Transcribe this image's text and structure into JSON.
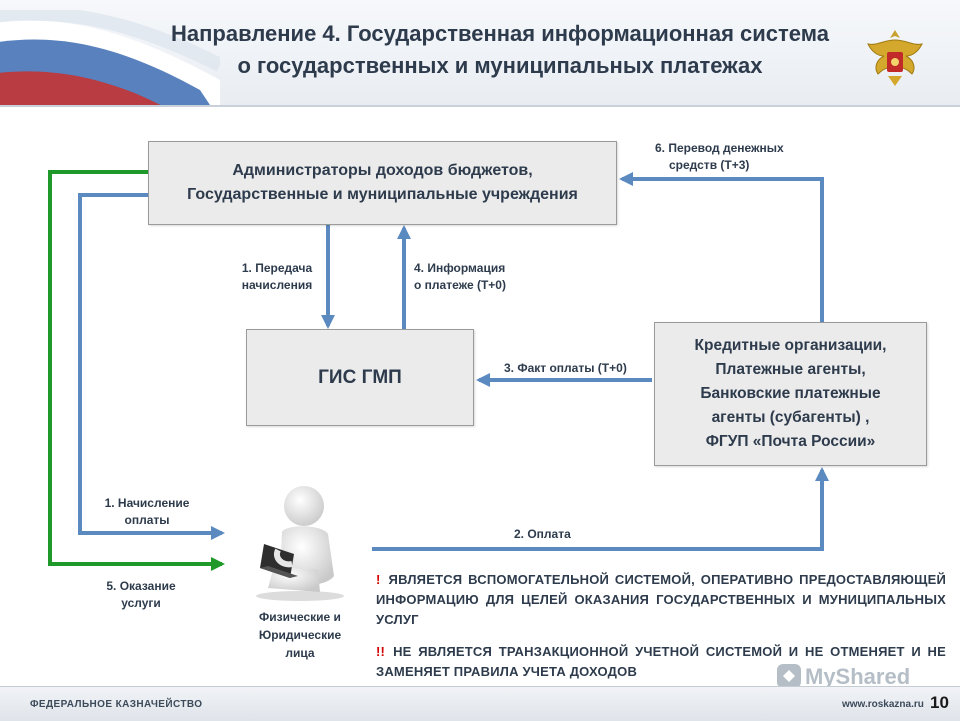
{
  "title": {
    "line1": "Направление 4. Государственная информационная система",
    "line2": "о государственных и муниципальных платежах"
  },
  "boxes": {
    "admin_line1": "Администраторы доходов бюджетов,",
    "admin_line2": "Государственные и муниципальные учреждения",
    "gis": "ГИС ГМП",
    "bank_line1": "Кредитные организации,",
    "bank_line2": "Платежные агенты,",
    "bank_line3": "Банковские платежные",
    "bank_line4": "агенты (субагенты) ,",
    "bank_line5": "ФГУП «Почта России»"
  },
  "labels": {
    "step1a_l1": "1. Передача",
    "step1a_l2": "начисления",
    "step4_l1": "4. Информация",
    "step4_l2": "о платеже (Т+0)",
    "step6_l1": "6. Перевод денежных",
    "step6_l2": "средств (Т+3)",
    "step3": "3. Факт оплаты (Т+0)",
    "step1b_l1": "1. Начисление",
    "step1b_l2": "оплаты",
    "step2": "2. Оплата",
    "step5_l1": "5. Оказание",
    "step5_l2": "услуги"
  },
  "people": {
    "line1": "Физические и",
    "line2": "Юридические",
    "line3": "лица"
  },
  "notes": {
    "mark1": "!",
    "text1": "ЯВЛЯЕТСЯ ВСПОМОГАТЕЛЬНОЙ СИСТЕМОЙ, ОПЕРАТИВНО ПРЕДОСТАВЛЯЮЩЕЙ ИНФОРМАЦИЮ ДЛЯ ЦЕЛЕЙ ОКАЗАНИЯ ГОСУДАРСТВЕННЫХ И МУНИЦИПАЛЬНЫХ УСЛУГ",
    "mark2": "!!",
    "text2": "НЕ ЯВЛЯЕТСЯ ТРАНЗАКЦИОННОЙ УЧЕТНОЙ СИСТЕМОЙ И НЕ ОТМЕНЯЕТ И НЕ ЗАМЕНЯЕТ ПРАВИЛА УЧЕТА ДОХОДОВ"
  },
  "footer": {
    "org": "ФЕДЕРАЛЬНОЕ КАЗНАЧЕЙСТВО",
    "url": "www.roskazna.ru",
    "page": "10"
  },
  "watermark": "MyShared",
  "colors": {
    "blue_arrow": "#5b8ac0",
    "green_arrow": "#1f9a2a",
    "title": "#2d3b4c",
    "alert": "#d40000"
  },
  "icons": [
    "emblem-icon",
    "person-laptop-icon",
    "flag-graphic"
  ]
}
